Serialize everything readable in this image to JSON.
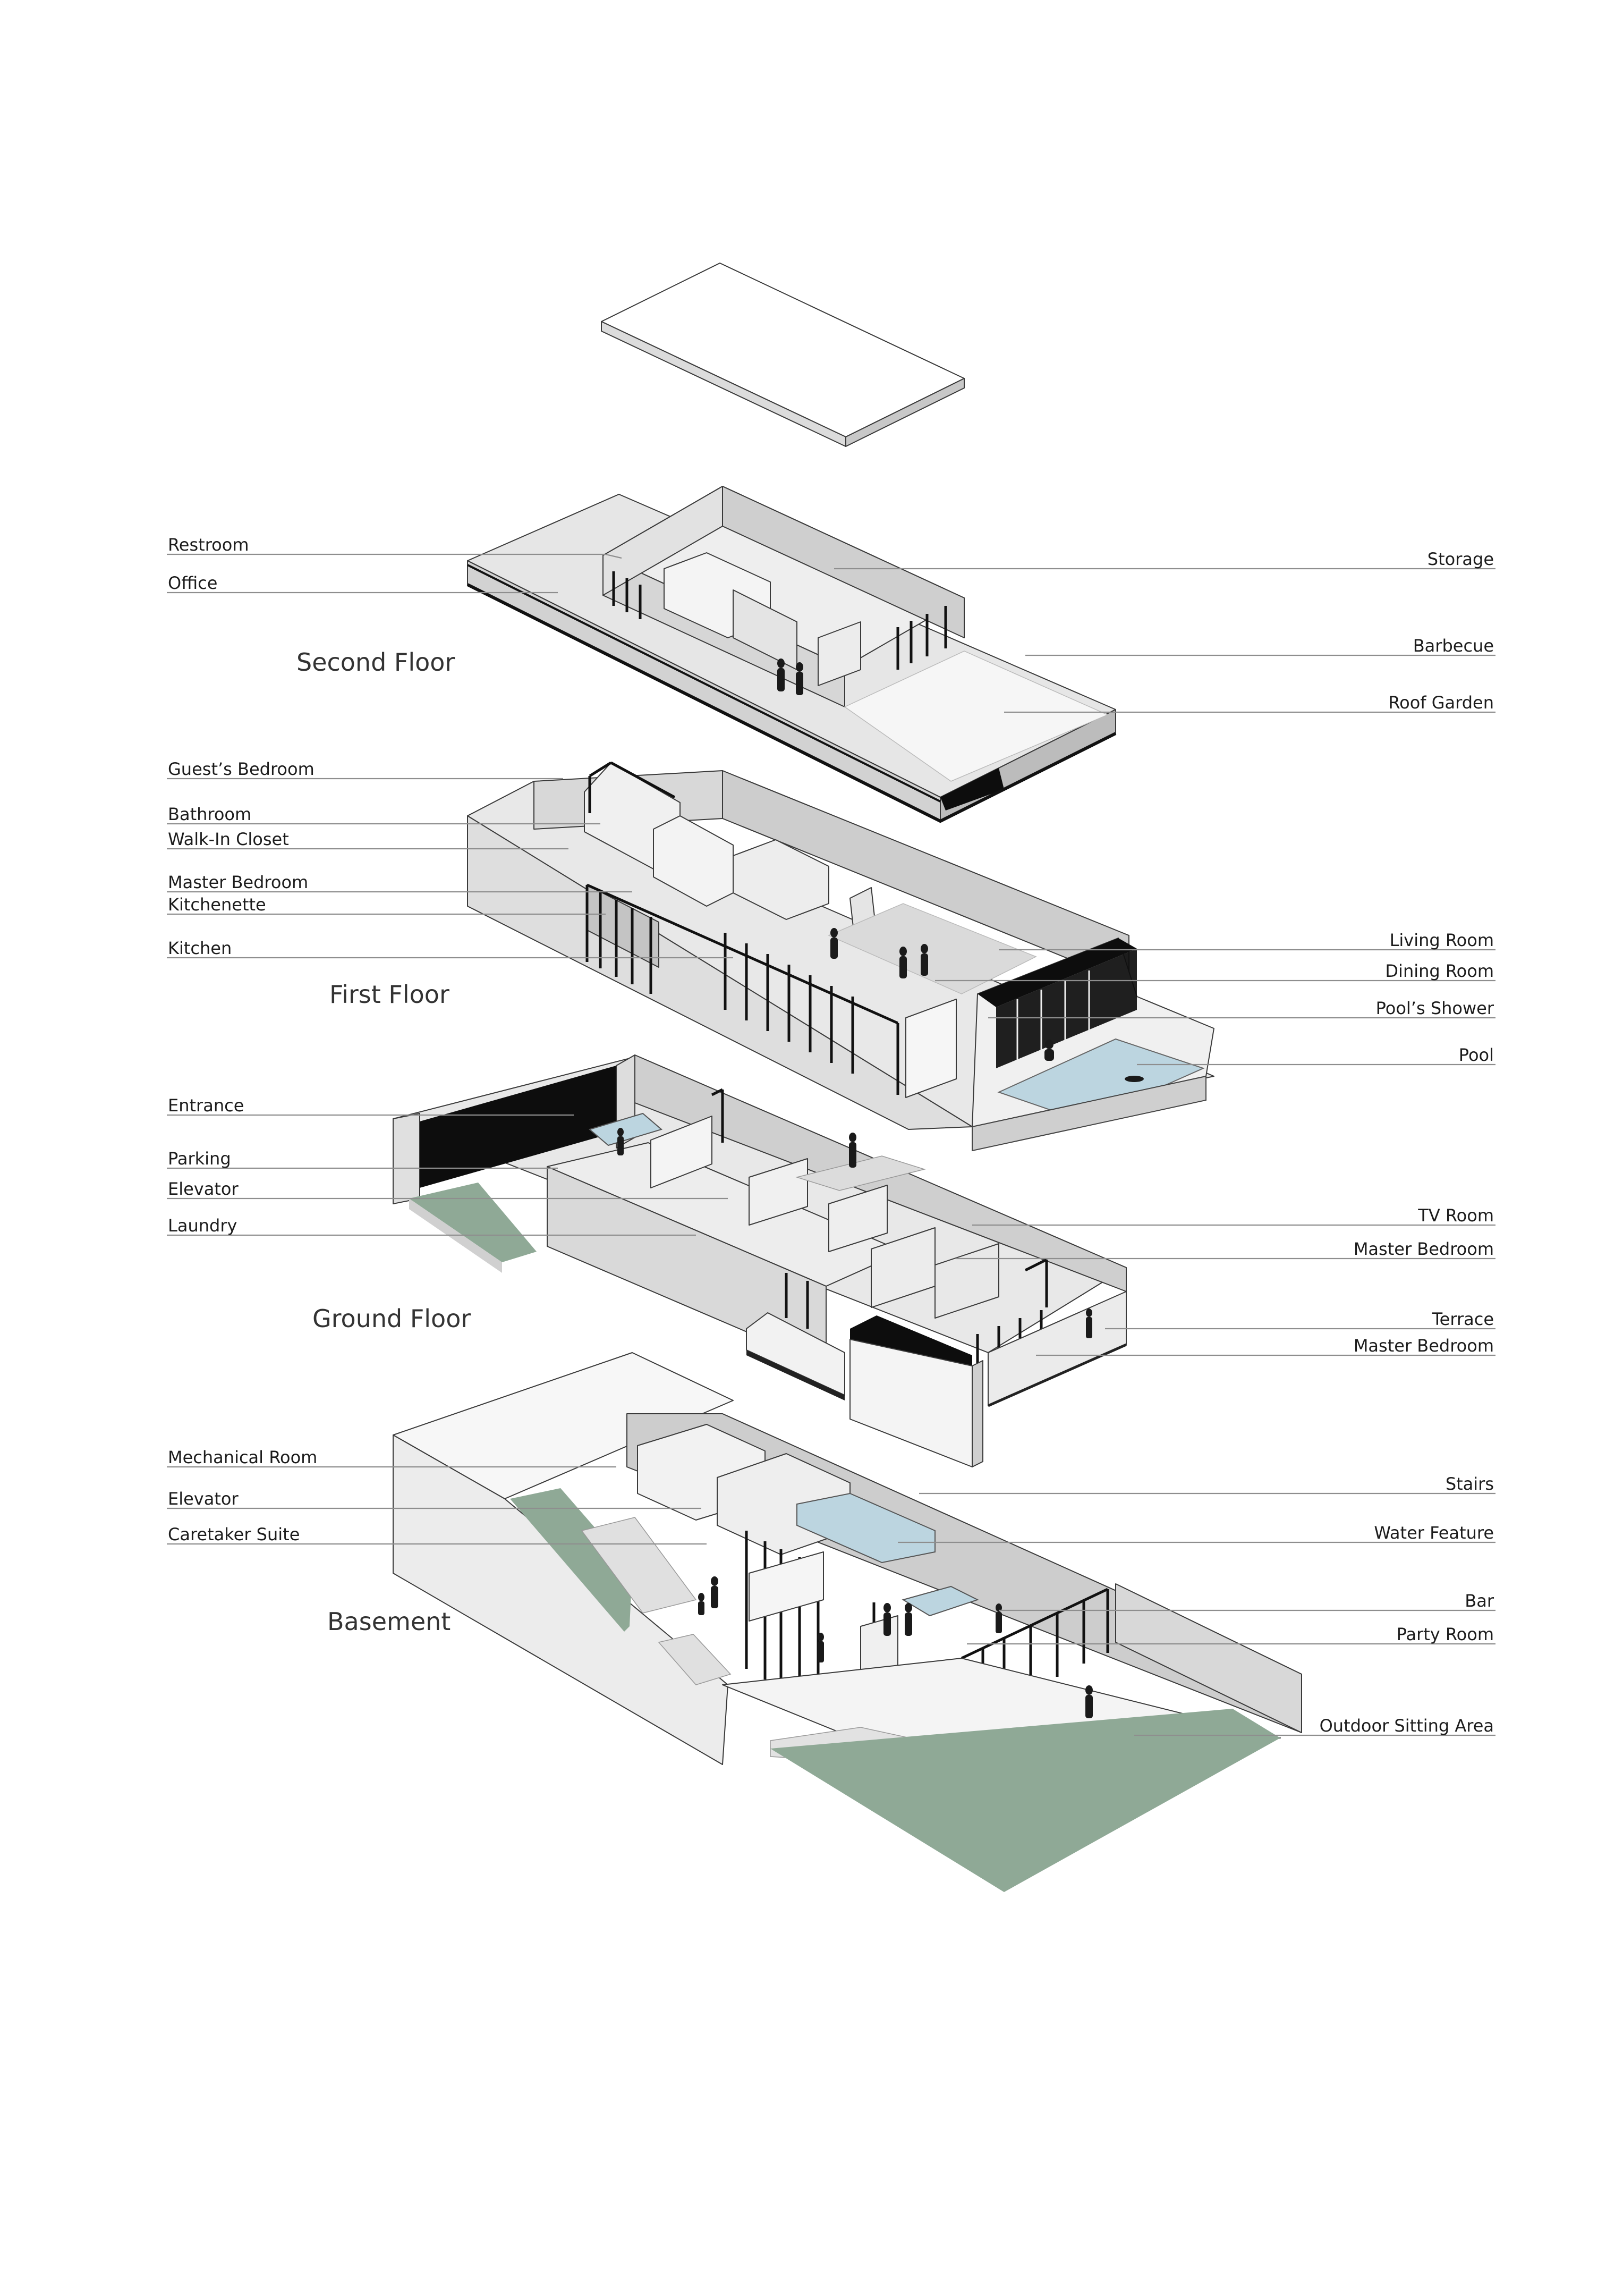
{
  "floors": [
    {
      "name": "Second Floor"
    },
    {
      "name": "First Floor"
    },
    {
      "name": "Ground Floor"
    },
    {
      "name": "Basement"
    }
  ],
  "labels": {
    "second_left": [
      "Restroom",
      "Office"
    ],
    "second_right": [
      "Storage",
      "Barbecue",
      "Roof Garden"
    ],
    "first_left": [
      "Guest’s Bedroom",
      "Bathroom",
      "Walk-In Closet",
      "Master Bedroom",
      "Kitchenette",
      "Kitchen"
    ],
    "first_right": [
      "Living Room",
      "Dining Room",
      "Pool’s Shower",
      "Pool"
    ],
    "ground_left": [
      "Entrance",
      "Parking",
      "Elevator",
      "Laundry"
    ],
    "ground_right": [
      "TV Room",
      "Master Bedroom",
      "Terrace",
      "Master Bedroom"
    ],
    "basement_left": [
      "Mechanical Room",
      "Elevator",
      "Caretaker Suite"
    ],
    "basement_right": [
      "Stairs",
      "Water Feature",
      "Bar",
      "Party Room",
      "Outdoor Sitting Area"
    ]
  },
  "colors": {
    "wall_light": "#f2f2f2",
    "wall_mid": "#d9d9d9",
    "wall_dark": "#bdbdbd",
    "floor_slab": "#e6e6e6",
    "black_panel": "#0d0d0d",
    "lawn": "#8fa996",
    "pool_water": "#bcd5e0",
    "leader": "#8e8e8e"
  }
}
